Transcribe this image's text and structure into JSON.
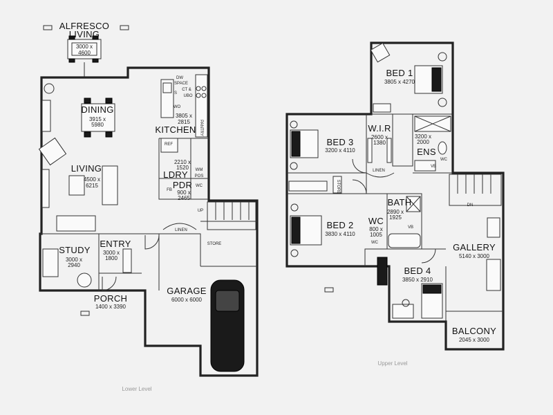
{
  "lower_level": {
    "caption": "Lower Level",
    "rooms": {
      "alfresco": {
        "name": "ALFRESCO",
        "name2": "LIVING",
        "dim1": "3000 x",
        "dim2": "4600"
      },
      "dining": {
        "name": "DINING",
        "dim1": "3915 x",
        "dim2": "5980"
      },
      "kitchen": {
        "name": "KITCHEN",
        "dim1": "3805 x",
        "dim2": "2815"
      },
      "living": {
        "name": "LIVING",
        "dim1": "4500 x",
        "dim2": "6215"
      },
      "laundry": {
        "name": "LDRY",
        "dim1": "2210 x",
        "dim2": "1520"
      },
      "powder": {
        "name": "PDR",
        "dim1": "900 x",
        "dim2": "2465"
      },
      "study": {
        "name": "STUDY",
        "dim1": "3000 x",
        "dim2": "2940"
      },
      "entry": {
        "name": "ENTRY",
        "dim1": "3000 x",
        "dim2": "1800"
      },
      "porch": {
        "name": "PORCH",
        "dim1": "1400 x 3390"
      },
      "garage": {
        "name": "GARAGE",
        "dim1": "6000 x 6000"
      }
    },
    "small_labels": {
      "linen": "LINEN",
      "store": "STORE",
      "up": "UP",
      "ref": "REF",
      "pantry": "PANTRY",
      "wm": "WM",
      "pos": "POS",
      "wc": "WC",
      "fb": "FB",
      "dw": "DW",
      "space": "SPACE",
      "ct": "CT &",
      "ubo": "UBO",
      "wo": "WO",
      "s": "S"
    }
  },
  "upper_level": {
    "caption": "Upper Level",
    "rooms": {
      "bed1": {
        "name": "BED 1",
        "dim1": "3805 x 4270"
      },
      "bed3": {
        "name": "BED 3",
        "dim1": "3200 x 4110"
      },
      "wir": {
        "name": "W.I.R",
        "dim1": "2600 x",
        "dim2": "1380"
      },
      "ens": {
        "name": "ENS",
        "dim1": "3200 x",
        "dim2": "2000"
      },
      "bed2": {
        "name": "BED 2",
        "dim1": "3830 x 4110"
      },
      "bath": {
        "name": "BATH",
        "dim1": "2890 x",
        "dim2": "1925"
      },
      "wc": {
        "name": "WC",
        "dim1": "800 x",
        "dim2": "1005"
      },
      "gallery": {
        "name": "GALLERY",
        "dim1": "5140 x 3000"
      },
      "bed4": {
        "name": "BED 4",
        "dim1": "3850 x 2910"
      },
      "balcony": {
        "name": "BALCONY",
        "dim1": "2045 x 3000"
      }
    },
    "small_labels": {
      "linen": "LINEN",
      "store": "STORE",
      "dn": "DN",
      "wc": "WC",
      "vb": "VB",
      "wc2": "WC"
    }
  }
}
